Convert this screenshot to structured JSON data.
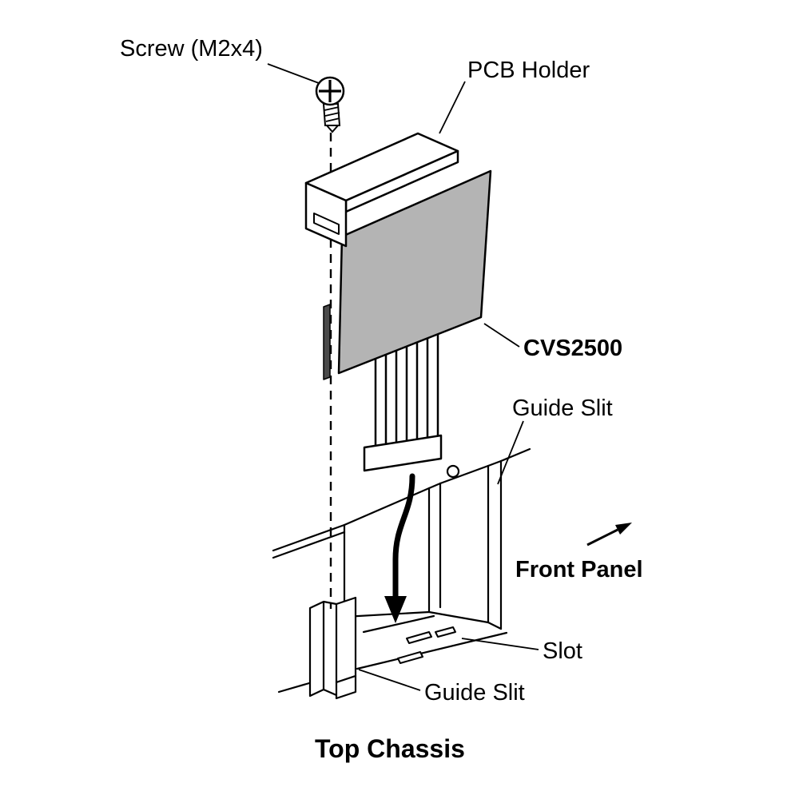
{
  "diagram": {
    "figure_title": "Top Chassis",
    "labels": {
      "screw": "Screw (M2x4)",
      "pcb_holder": "PCB Holder",
      "board_model": "CVS2500",
      "guide_slit_right": "Guide Slit",
      "front_panel": "Front Panel",
      "slot": "Slot",
      "guide_slit_left": "Guide Slit",
      "top_chassis": "Top Chassis"
    },
    "colors": {
      "board_fill": "#b4b4b4",
      "line": "#000000",
      "background": "#ffffff",
      "edge_connector_fill": "#4a4a4a"
    }
  }
}
